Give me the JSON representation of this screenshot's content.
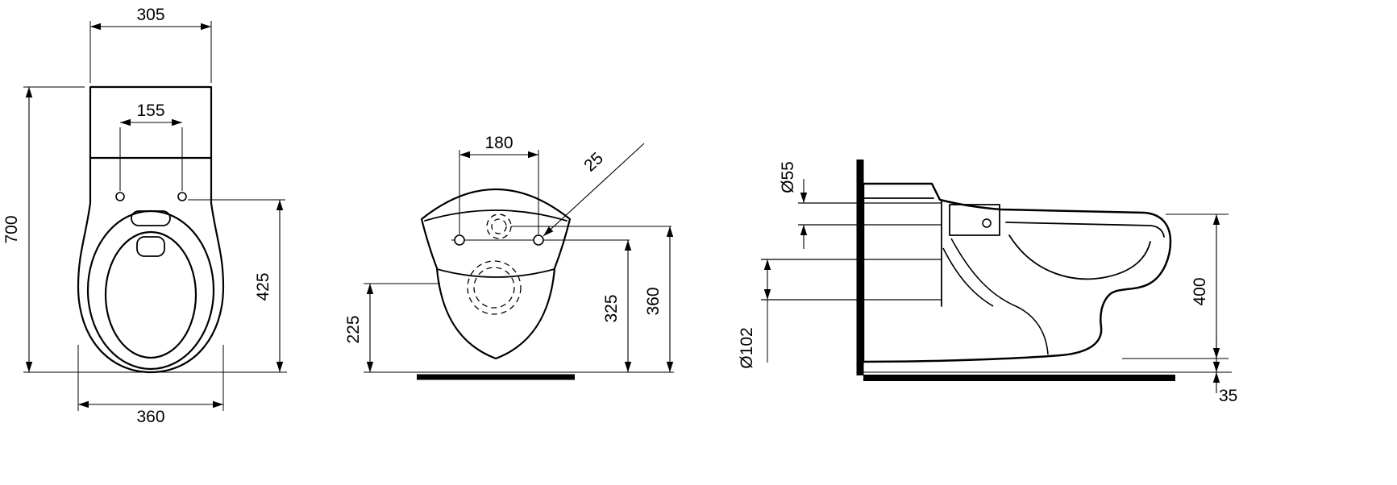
{
  "background": "#ffffff",
  "line_color": "#000000",
  "views": {
    "plan": {
      "dims": {
        "cistern_width": "305",
        "seat_hinge_spacing": "155",
        "total_depth": "700",
        "bowl_projection": "425",
        "bowl_width": "360"
      }
    },
    "front": {
      "dims": {
        "fixing_hole_spacing": "180",
        "fixing_hole_size": "25",
        "outlet_center_height": "225",
        "fixing_hole_height": "325",
        "inlet_center_height": "360"
      }
    },
    "side": {
      "dims": {
        "inlet_diameter": "Ø55",
        "outlet_diameter": "Ø102",
        "rim_height": "400",
        "underside_clearance": "35"
      }
    }
  }
}
